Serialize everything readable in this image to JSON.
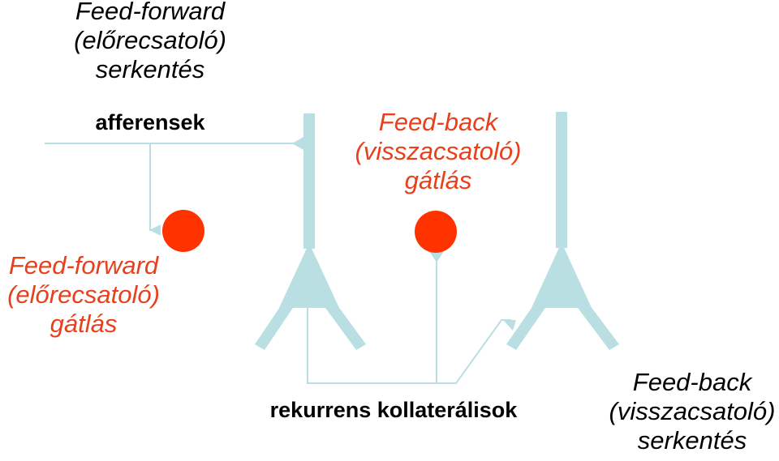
{
  "colors": {
    "neuron": "#b9dfe3",
    "interneuron": "#ff3300",
    "inhibition_text": "#e8401c",
    "excitation_text": "#000000",
    "background": "#ffffff"
  },
  "labels": {
    "ff_excitation": "Feed-forward\n(előrecsatoló)\nserkentés",
    "afferents": "afferensek",
    "fb_inhibition": "Feed-back\n(visszacsatoló)\ngátlás",
    "ff_inhibition": "Feed-forward\n(előrecsatoló)\ngátlás",
    "recurrent_collaterals": "rekurrens kollaterálisok",
    "fb_excitation": "Feed-back\n(visszacsatoló)\nserkentés"
  }
}
